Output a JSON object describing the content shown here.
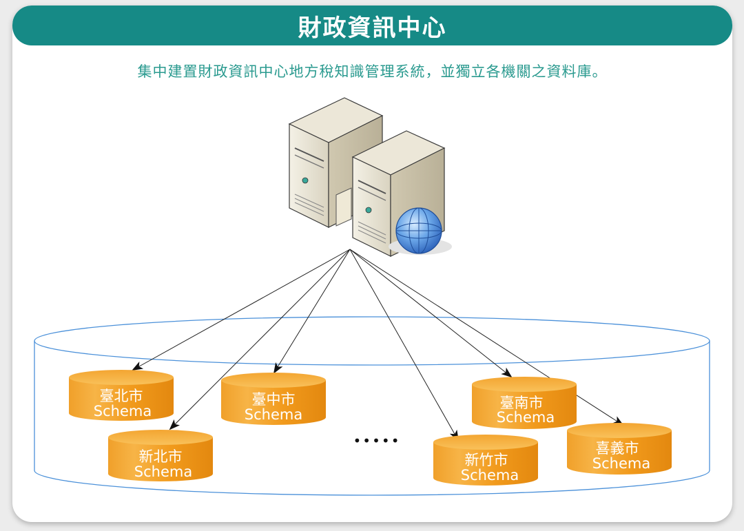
{
  "title": "財政資訊中心",
  "subtitle": "集中建置財政資訊中心地方稅知識管理系統，並獨立各機關之資料庫。",
  "colors": {
    "title_bar": "#168a86",
    "subtitle": "#2a9a8f",
    "database_fill": "#f29a1a",
    "database_top": "#f8b84a",
    "container_stroke": "#4a90d9"
  },
  "ellipsis": "•••••",
  "databases": [
    {
      "city": "臺北市",
      "schema": "Schema"
    },
    {
      "city": "臺中市",
      "schema": "Schema"
    },
    {
      "city": "新北市",
      "schema": "Schema"
    },
    {
      "city": "臺南市",
      "schema": "Schema"
    },
    {
      "city": "新竹市",
      "schema": "Schema"
    },
    {
      "city": "喜義市",
      "schema": "Schema"
    }
  ],
  "icons": {
    "server": "server-icon",
    "globe": "globe-icon"
  }
}
